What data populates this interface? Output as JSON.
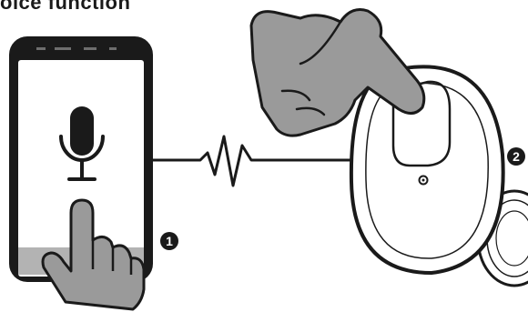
{
  "heading": {
    "partial_text": "oice function"
  },
  "steps": [
    {
      "number": "1"
    },
    {
      "number": "2"
    }
  ],
  "icons": {
    "phone": "smartphone-icon",
    "microphone": "microphone-icon",
    "signal": "signal-wave-icon",
    "earbud": "earbud-icon",
    "hand_phone": "pointing-hand-icon",
    "hand_earbud": "pointing-hand-icon"
  },
  "colors": {
    "outline": "#1a1a1a",
    "hand_fill": "#9a9a9a",
    "phone_band": "#b3b3b3",
    "background": "#ffffff"
  }
}
